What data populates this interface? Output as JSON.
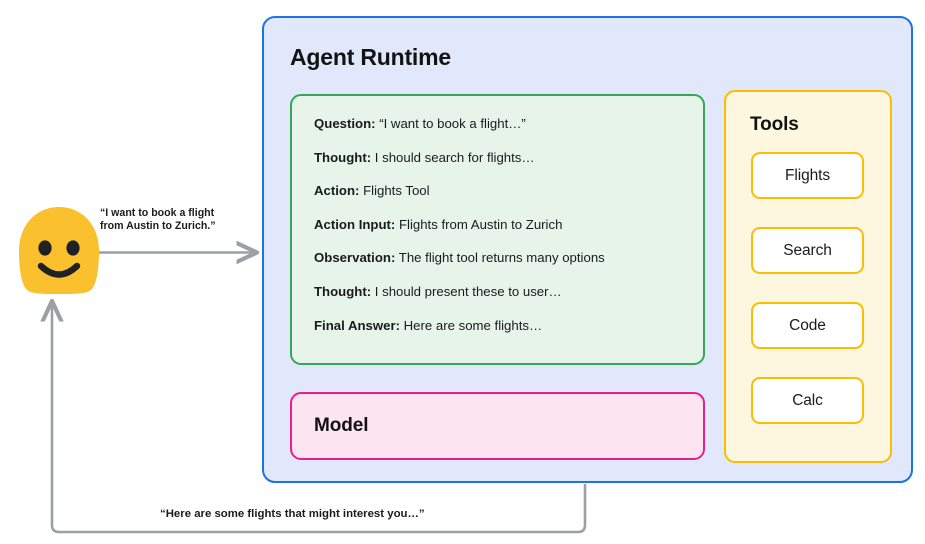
{
  "diagram": {
    "agent_runtime": {
      "title": "Agent Runtime",
      "border_color": "#1a73e8",
      "fill_color": "#e2e8fc"
    },
    "trace": {
      "border_color": "#34a853",
      "fill_color": "#e6f4ea",
      "lines": [
        {
          "label": "Question:",
          "text": " “I want to book a flight…”"
        },
        {
          "label": "Thought:",
          "text": " I should search for flights…"
        },
        {
          "label": "Action:",
          "text": " Flights Tool"
        },
        {
          "label": "Action Input:",
          "text": " Flights from Austin to Zurich"
        },
        {
          "label": "Observation:",
          "text": " The flight tool returns many options"
        },
        {
          "label": "Thought:",
          "text": " I should present these to user…"
        },
        {
          "label": "Final Answer:",
          "text": " Here are some flights…"
        }
      ]
    },
    "model": {
      "title": "Model",
      "border_color": "#e91e8c",
      "fill_color": "#fce4f0"
    },
    "tools": {
      "title": "Tools",
      "border_color": "#fbbc04",
      "fill_color": "#fef7e0",
      "items": [
        {
          "label": "Flights"
        },
        {
          "label": "Search"
        },
        {
          "label": "Code"
        },
        {
          "label": "Calc"
        }
      ]
    },
    "user": {
      "avatar_icon": "smiling-face-blob-emoji",
      "avatar_color": "#fbc02d"
    },
    "flows": {
      "request_label": "“I want to book a flight\nfrom Austin to Zurich.”",
      "request_label_line1": "“I want to book a flight",
      "request_label_line2": "from Austin to Zurich.”",
      "response_label": "“Here are some flights that might interest you…”",
      "arrow_color": "#9aa0a6"
    }
  }
}
